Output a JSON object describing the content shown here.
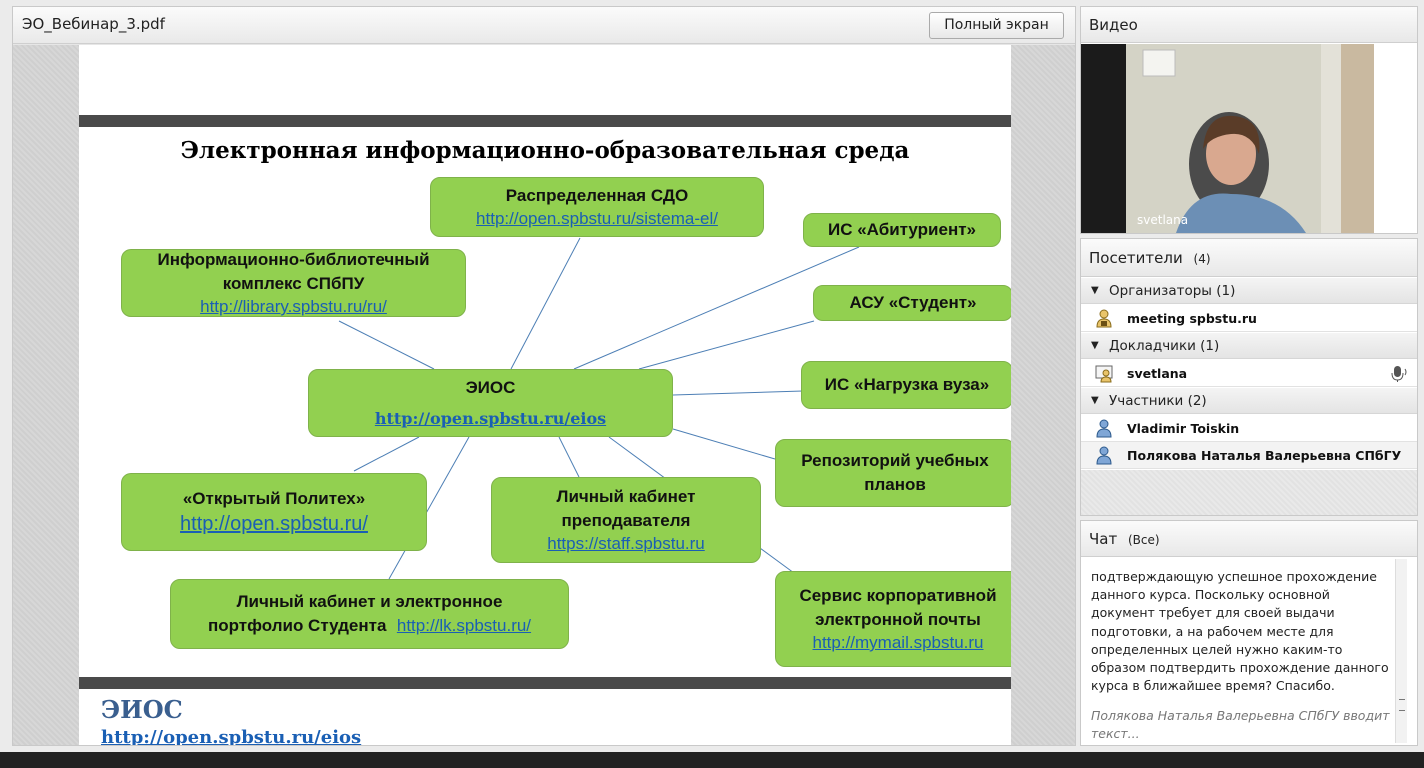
{
  "document": {
    "title": "ЭО_Вебинар_3.pdf",
    "fullscreen_label": "Полный экран",
    "slide": {
      "heading": "Электронная информационно-образовательная среда",
      "nodes": {
        "sdo": {
          "title": "Распределенная СДО",
          "url": "http://open.spbstu.ru/sistema-el/"
        },
        "library": {
          "title1": "Информационно-библиотечный",
          "title2": "комплекс СПбПУ",
          "url": "http://library.spbstu.ru/ru/"
        },
        "abiturient": {
          "title": "ИС «Абитуриент»"
        },
        "asu": {
          "title": "АСУ «Студент»"
        },
        "eios": {
          "title": "ЭИОС",
          "url": "http://open.spbstu.ru/eios"
        },
        "nagruzka": {
          "title": "ИС «Нагрузка вуза»"
        },
        "repo": {
          "title1": "Репозиторий учебных",
          "title2": "планов"
        },
        "polytech": {
          "title": "«Открытый Политех»",
          "url": "http://open.spbstu.ru/"
        },
        "teacher": {
          "title1": "Личный кабинет",
          "title2": "преподавателя",
          "url": "https://staff.spbstu.ru"
        },
        "student": {
          "title1": "Личный кабинет  и электронное",
          "title2": "портфолио Студента",
          "url": "http://lk.spbstu.ru/"
        },
        "mail": {
          "title1": "Сервис корпоративной",
          "title2": "электронной почты",
          "url": "http://mymail.spbstu.ru"
        }
      },
      "footer_title": "ЭИОС",
      "footer_url": "http://open.spbstu.ru/eios"
    }
  },
  "video": {
    "title": "Видео",
    "presenter_name": "svetlana"
  },
  "attendees": {
    "title": "Посетители",
    "count": "(4)",
    "groups": [
      {
        "label": "Организаторы (1)",
        "members": [
          "meeting spbstu.ru"
        ]
      },
      {
        "label": "Докладчики (1)",
        "members": [
          "svetlana"
        ]
      },
      {
        "label": "Участники (2)",
        "members": [
          "Vladimir Toiskin",
          "Полякова Наталья Валерьевна СПбГУ"
        ]
      }
    ]
  },
  "chat": {
    "title": "Чат",
    "scope": "(Все)",
    "message": "подтверждающую успешное прохождение данного курса. Поскольку основной документ требует для своей выдачи подготовки, а на рабочем месте для определенных целей нужно каким-то образом подтвердить прохождение данного курса  в ближайшее время? Спасибо.",
    "typing_indicator": "Полякова Наталья Валерьевна СПбГУ вводит текст..."
  },
  "colors": {
    "node_green": "#92d050",
    "link_blue": "#1a5fb4",
    "slide_bar": "#4a4a4a"
  }
}
